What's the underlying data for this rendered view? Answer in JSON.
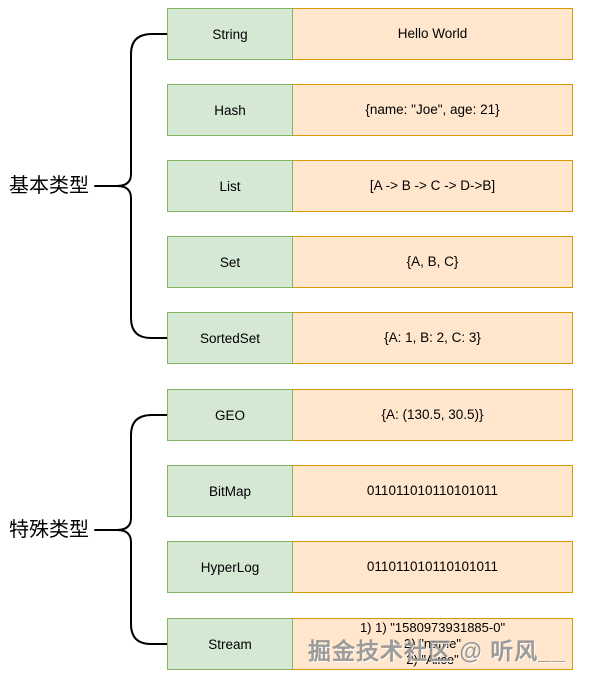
{
  "diagram": {
    "groups": [
      {
        "label": "基本类型"
      },
      {
        "label": "特殊类型"
      }
    ],
    "rows": [
      {
        "type": "String",
        "value": "Hello World"
      },
      {
        "type": "Hash",
        "value": "{name: \"Joe\", age: 21}"
      },
      {
        "type": "List",
        "value": "[A -> B -> C -> D->B]"
      },
      {
        "type": "Set",
        "value": "{A, B, C}"
      },
      {
        "type": "SortedSet",
        "value": "{A: 1, B: 2, C: 3}"
      },
      {
        "type": "GEO",
        "value": "{A: (130.5, 30.5)}"
      },
      {
        "type": "BitMap",
        "value": "011011010110101011"
      },
      {
        "type": "HyperLog",
        "value": "011011010110101011"
      },
      {
        "type": "Stream",
        "value_lines": [
          "1) 1) \"1580973931885-0\"",
          "2) \"name\"",
          "2) \"Alice\""
        ]
      }
    ],
    "watermark": "掘金技术社区 @ 听风__",
    "colors": {
      "type_fill": "#d5e8d4",
      "type_border": "#82b366",
      "value_fill": "#ffe6cc",
      "value_border": "#d79b00",
      "connector": "#000000",
      "watermark_gray": "#808080"
    }
  }
}
